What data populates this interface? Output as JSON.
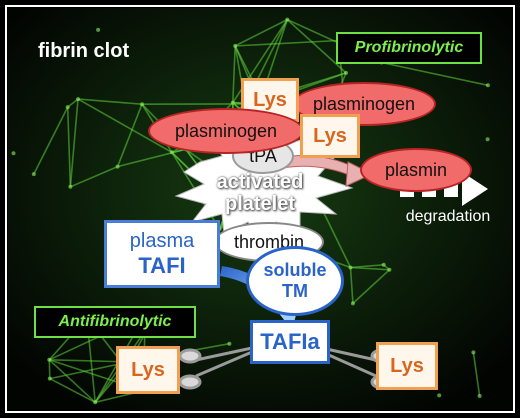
{
  "colors": {
    "background": "#000000",
    "fibrin_network": "#5fd13a",
    "lys_fill": "#fff7ec",
    "lys_border": "#f0a050",
    "lys_text": "#d9661f",
    "plasminogen_fill": "#f26b6b",
    "tafi_blue": "#2a64c8",
    "label_green": "#7cf04a"
  },
  "labels": {
    "fibrin_clot": "fibrin clot",
    "profibrinolytic": "Profibrinolytic",
    "antifibrinolytic": "Antifibrinolytic",
    "lys": "Lys",
    "plasminogen": "plasminogen",
    "tpa": "tPA",
    "plasmin": "plasmin",
    "activated": "activated",
    "platelet": "platelet",
    "degradation": "degradation",
    "plasma": "plasma",
    "tafi": "TAFI",
    "thrombin": "thrombin",
    "soluble": "soluble",
    "tm": "TM",
    "tafia": "TAFIa"
  },
  "icons": [
    "scissors-icon",
    "arrow-right-icon"
  ]
}
